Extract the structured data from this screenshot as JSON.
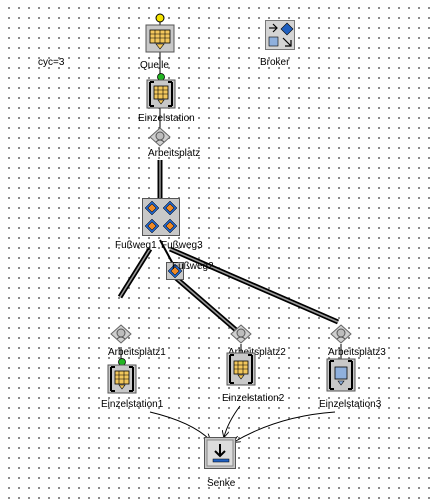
{
  "model": {
    "cycle_label": "cyc=3",
    "nodes": {
      "quelle": {
        "label": "Quelle",
        "icon": "source-icon"
      },
      "broker": {
        "label": "Broker",
        "icon": "broker-icon"
      },
      "einzelstation": {
        "label": "Einzelstation",
        "icon": "single-station-icon"
      },
      "arbeitsplatz": {
        "label": "Arbeitsplatz",
        "icon": "workplace-icon"
      },
      "fussweg_hub_left": {
        "label": "Fußweg1"
      },
      "fussweg_hub_right": {
        "label": "Fußweg3"
      },
      "fussweg2": {
        "label": "Fußweg2",
        "icon": "walkway-icon"
      },
      "arbeitsplatz1": {
        "label": "Arbeitsplatz1",
        "icon": "workplace-icon"
      },
      "arbeitsplatz2": {
        "label": "Arbeitsplatz2",
        "icon": "workplace-icon"
      },
      "arbeitsplatz3": {
        "label": "Arbeitsplatz3",
        "icon": "workplace-icon"
      },
      "einzelstation1": {
        "label": "Einzelstation1",
        "icon": "single-station-icon"
      },
      "einzelstation2": {
        "label": "Einzelstation2",
        "icon": "single-station-icon"
      },
      "einzelstation3": {
        "label": "Einzelstation3",
        "icon": "single-station-icon"
      },
      "senke": {
        "label": "Senke",
        "icon": "sink-icon"
      }
    },
    "colors": {
      "connector": "#000000",
      "buffer_fill": "#f2c75c",
      "hub_blue": "#1f5fbf",
      "hub_orange": "#f08a24",
      "station_gray": "#c8c8c8",
      "port_green": "#22b522",
      "port_yellow": "#f5e400"
    }
  }
}
